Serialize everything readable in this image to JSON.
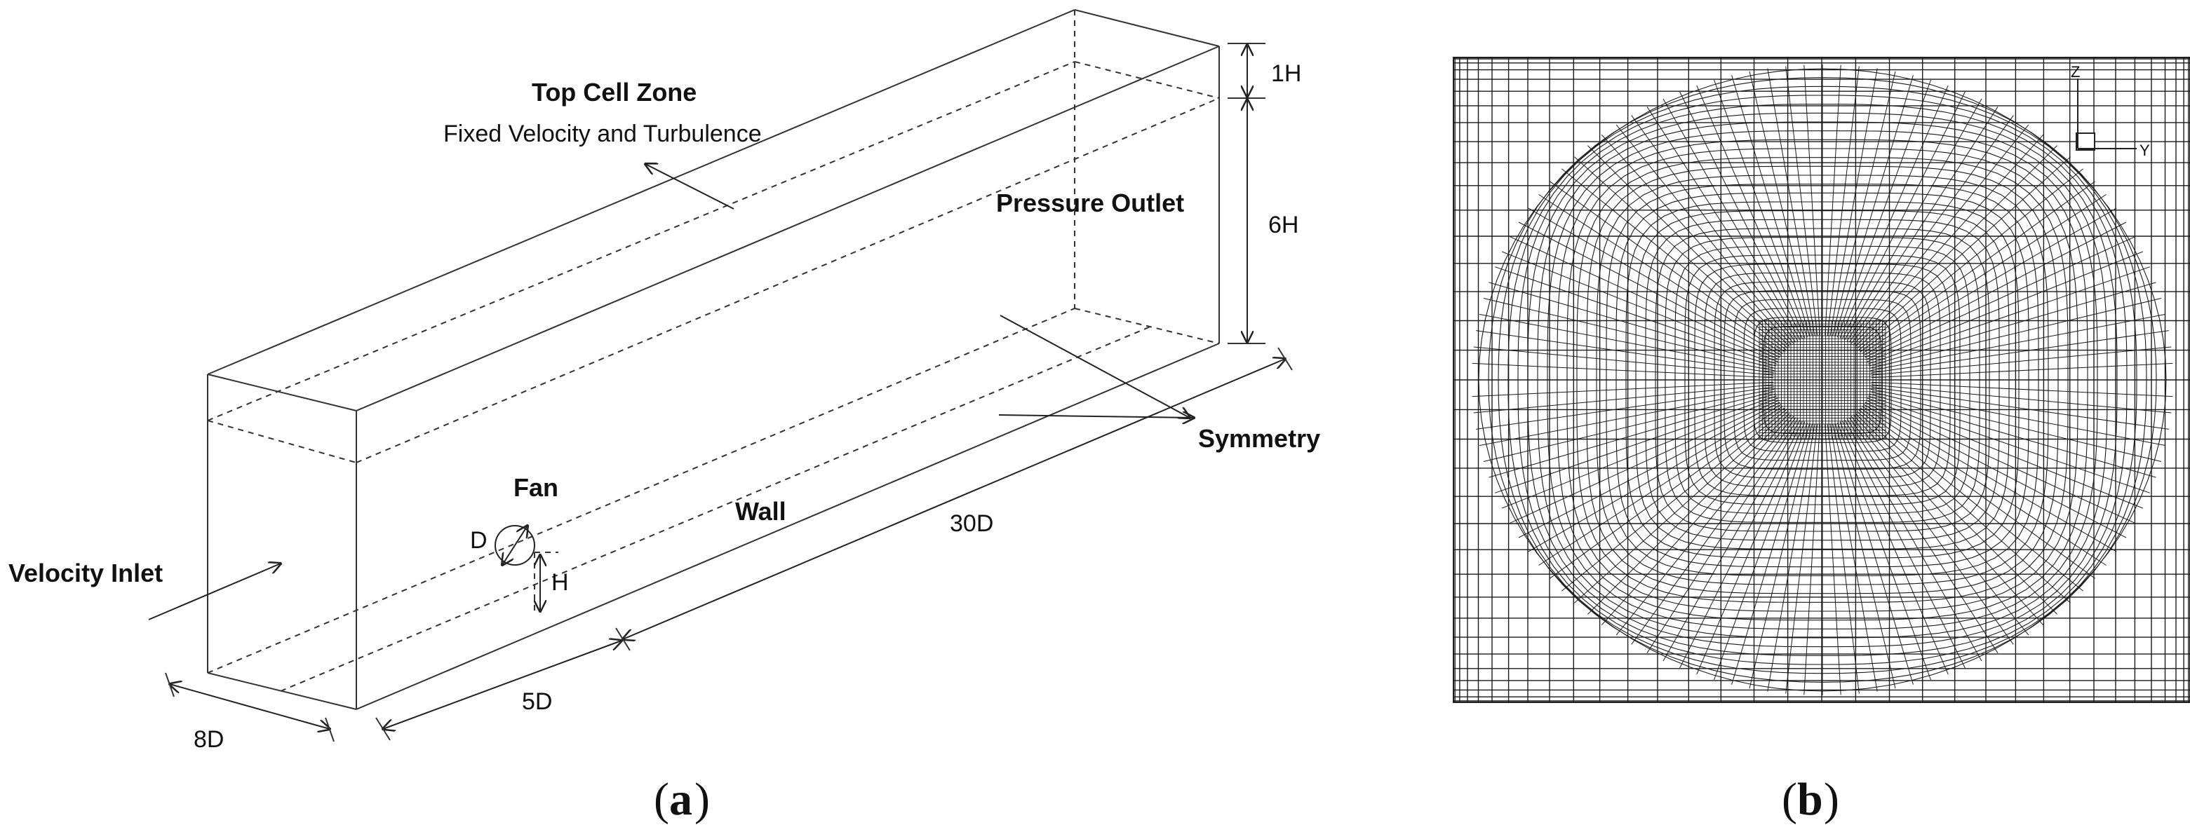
{
  "panel_a": {
    "top_cell_zone": "Top Cell Zone",
    "fixed_velocity": "Fixed Velocity and Turbulence",
    "pressure_outlet": "Pressure  Outlet",
    "symmetry": "Symmetry",
    "velocity_inlet": "Velocity Inlet",
    "fan": "Fan",
    "wall": "Wall",
    "dim_1h": "1H",
    "dim_6h": "6H",
    "dim_30d": "30D",
    "dim_5d": "5D",
    "dim_8d": "8D",
    "dim_d": "D",
    "dim_h": "H"
  },
  "panel_b": {
    "axis_z": "Z",
    "axis_y": "Y"
  },
  "captions": {
    "a_open": "(",
    "a_letter": "a",
    "a_close": ")",
    "b_open": "(",
    "b_letter": "b",
    "b_close": ")"
  },
  "colors": {
    "line": "#333333",
    "mesh": "#1a1a1a",
    "background": "#ffffff"
  }
}
